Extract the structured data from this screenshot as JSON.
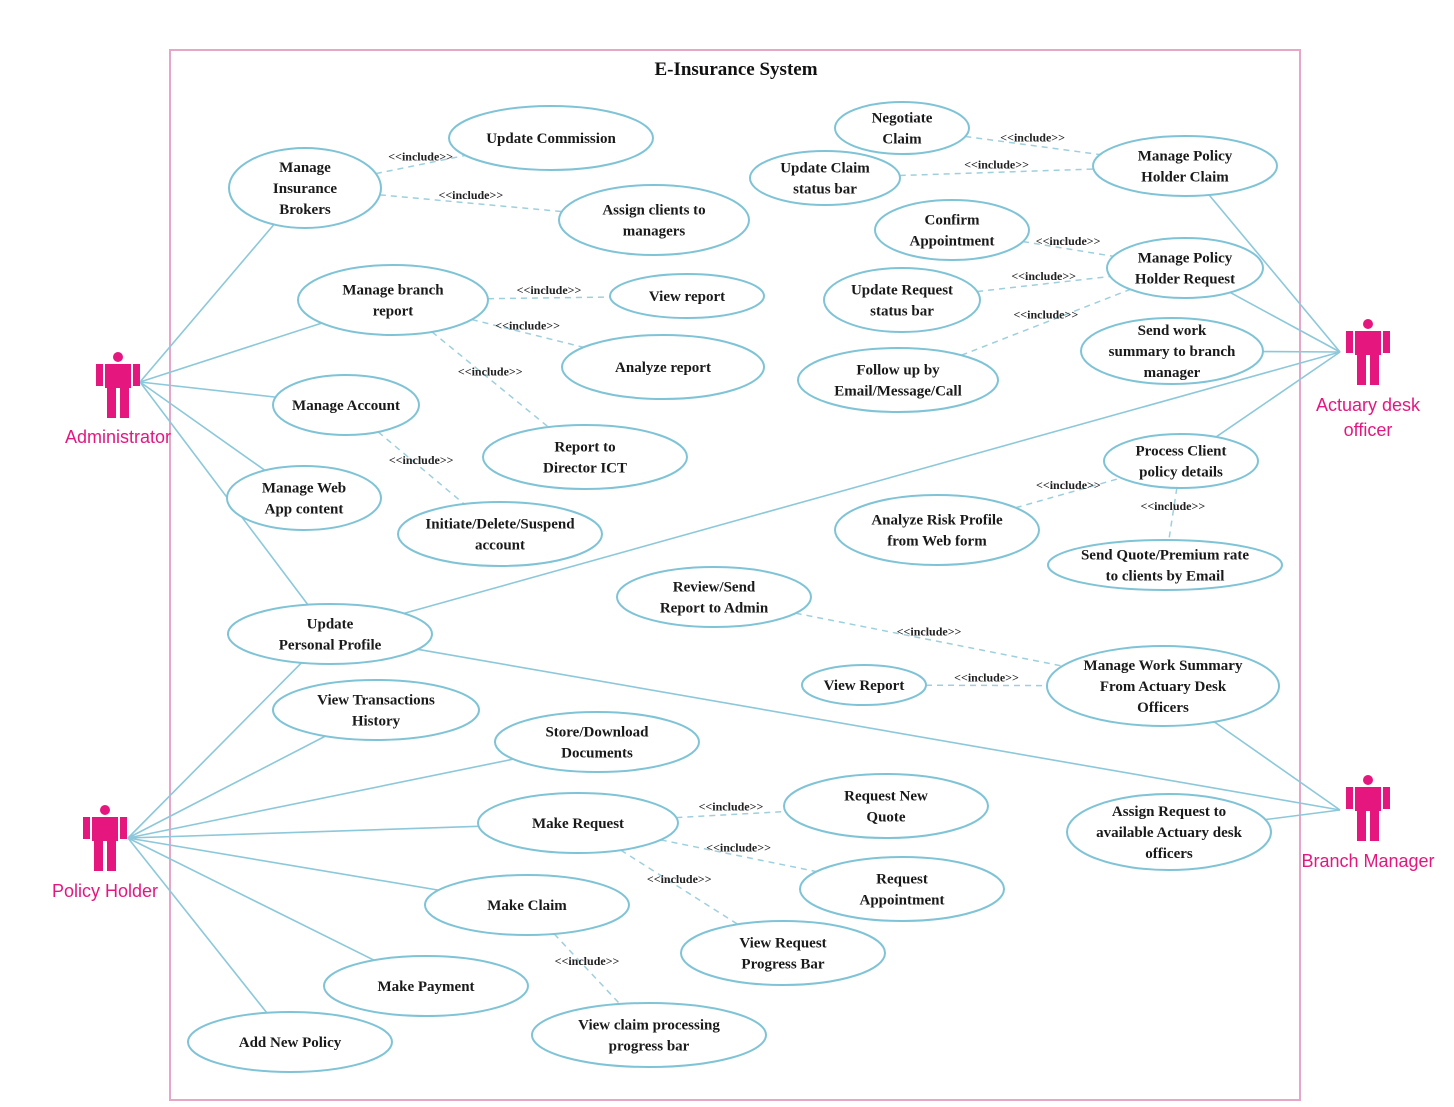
{
  "system_title": "E-Insurance System",
  "colors": {
    "actor": "#e5177f",
    "boundary": "#e6a6c8",
    "usecase_stroke": "#7fc3d6",
    "line": "#8cc8da"
  },
  "actors": [
    {
      "id": "admin",
      "label": "Administrator"
    },
    {
      "id": "ado",
      "label": "Actuary desk\nofficer"
    },
    {
      "id": "bm",
      "label": "Branch Manager"
    },
    {
      "id": "ph",
      "label": "Policy Holder"
    }
  ],
  "usecases": [
    {
      "id": "mib",
      "label": "Manage\nInsurance\nBrokers"
    },
    {
      "id": "ucm",
      "label": "Update Commission"
    },
    {
      "id": "acm",
      "label": "Assign clients to\nmanagers"
    },
    {
      "id": "mbr",
      "label": "Manage branch\nreport"
    },
    {
      "id": "vr",
      "label": "View report"
    },
    {
      "id": "ar",
      "label": "Analyze report"
    },
    {
      "id": "ma",
      "label": "Manage Account"
    },
    {
      "id": "rdict",
      "label": "Report to\nDirector ICT"
    },
    {
      "id": "mwac",
      "label": "Manage Web\nApp content"
    },
    {
      "id": "ids",
      "label": "Initiate/Delete/Suspend\naccount"
    },
    {
      "id": "upp",
      "label": "Update\nPersonal Profile"
    },
    {
      "id": "nc",
      "label": "Negotiate\nClaim"
    },
    {
      "id": "ucsb",
      "label": "Update Claim\nstatus bar"
    },
    {
      "id": "mphc",
      "label": "Manage Policy\nHolder Claim"
    },
    {
      "id": "ca",
      "label": "Confirm\nAppointment"
    },
    {
      "id": "ursb",
      "label": "Update Request\nstatus bar"
    },
    {
      "id": "mphr",
      "label": "Manage Policy\nHolder Request"
    },
    {
      "id": "fu",
      "label": "Follow up by\nEmail/Message/Call"
    },
    {
      "id": "sws",
      "label": "Send work\nsummary to branch\nmanager"
    },
    {
      "id": "pcp",
      "label": "Process Client\npolicy details"
    },
    {
      "id": "arp",
      "label": "Analyze Risk Profile\nfrom Web form"
    },
    {
      "id": "sqp",
      "label": "Send Quote/Premium rate\nto clients by Email"
    },
    {
      "id": "rsra",
      "label": "Review/Send\nReport to Admin"
    },
    {
      "id": "vrep",
      "label": "View Report"
    },
    {
      "id": "mws",
      "label": "Manage Work Summary\nFrom Actuary Desk\nOfficers"
    },
    {
      "id": "vth",
      "label": "View Transactions\nHistory"
    },
    {
      "id": "sdd",
      "label": "Store/Download\nDocuments"
    },
    {
      "id": "mr",
      "label": "Make Request"
    },
    {
      "id": "rnq",
      "label": "Request New\nQuote"
    },
    {
      "id": "rap",
      "label": "Request\nAppointment"
    },
    {
      "id": "mc",
      "label": "Make Claim"
    },
    {
      "id": "vrpb",
      "label": "View Request\nProgress Bar"
    },
    {
      "id": "mp",
      "label": "Make Payment"
    },
    {
      "id": "vcp",
      "label": "View claim processing\nprogress bar"
    },
    {
      "id": "anp",
      "label": "Add New Policy"
    },
    {
      "id": "arad",
      "label": "Assign Request to\navailable Actuary desk\nofficers"
    }
  ],
  "include_label": "<<include>>",
  "includes": [
    {
      "from": "mib",
      "to": "ucm"
    },
    {
      "from": "mib",
      "to": "acm"
    },
    {
      "from": "mbr",
      "to": "vr"
    },
    {
      "from": "mbr",
      "to": "ar"
    },
    {
      "from": "mbr",
      "to": "rdict"
    },
    {
      "from": "ma",
      "to": "ids"
    },
    {
      "from": "nc",
      "to": "mphc"
    },
    {
      "from": "ucsb",
      "to": "mphc"
    },
    {
      "from": "ca",
      "to": "mphr"
    },
    {
      "from": "ursb",
      "to": "mphr"
    },
    {
      "from": "fu",
      "to": "mphr"
    },
    {
      "from": "arp",
      "to": "pcp"
    },
    {
      "from": "pcp",
      "to": "sqp"
    },
    {
      "from": "rsra",
      "to": "mws"
    },
    {
      "from": "vrep",
      "to": "mws"
    },
    {
      "from": "mr",
      "to": "rnq"
    },
    {
      "from": "mr",
      "to": "rap"
    },
    {
      "from": "mr",
      "to": "vrpb"
    },
    {
      "from": "mc",
      "to": "vcp"
    }
  ],
  "associations": [
    {
      "actor": "admin",
      "usecase": "mib"
    },
    {
      "actor": "admin",
      "usecase": "mbr"
    },
    {
      "actor": "admin",
      "usecase": "ma"
    },
    {
      "actor": "admin",
      "usecase": "mwac"
    },
    {
      "actor": "admin",
      "usecase": "upp"
    },
    {
      "actor": "ado",
      "usecase": "mphc"
    },
    {
      "actor": "ado",
      "usecase": "mphr"
    },
    {
      "actor": "ado",
      "usecase": "sws"
    },
    {
      "actor": "ado",
      "usecase": "pcp"
    },
    {
      "actor": "ado",
      "usecase": "upp"
    },
    {
      "actor": "bm",
      "usecase": "mws"
    },
    {
      "actor": "bm",
      "usecase": "upp"
    },
    {
      "actor": "bm",
      "usecase": "arad"
    },
    {
      "actor": "ph",
      "usecase": "upp"
    },
    {
      "actor": "ph",
      "usecase": "vth"
    },
    {
      "actor": "ph",
      "usecase": "sdd"
    },
    {
      "actor": "ph",
      "usecase": "mr"
    },
    {
      "actor": "ph",
      "usecase": "mc"
    },
    {
      "actor": "ph",
      "usecase": "mp"
    },
    {
      "actor": "ph",
      "usecase": "anp"
    }
  ]
}
